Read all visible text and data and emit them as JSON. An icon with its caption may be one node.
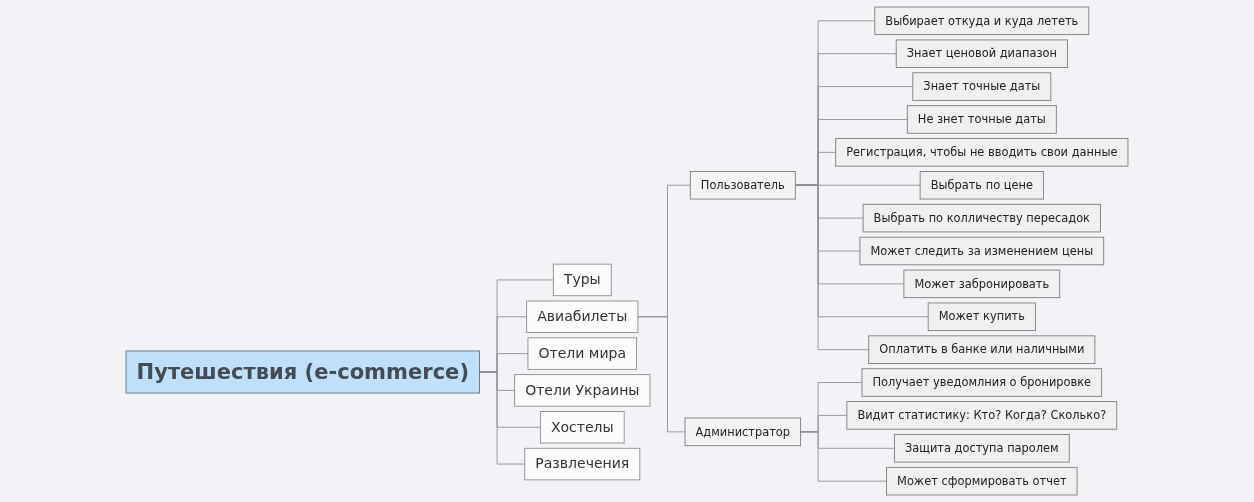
{
  "diagram": {
    "nodes": [
      {
        "text": [
          "Путешествия (e-commerce)"
        ]
      },
      {
        "text": [
          "Туры"
        ]
      },
      {
        "text": [
          "Авиабилеты"
        ]
      },
      {
        "text": [
          "Отели мира"
        ]
      },
      {
        "text": [
          "Отели Украины"
        ]
      },
      {
        "text": [
          "Хостелы"
        ]
      },
      {
        "text": [
          "Развлечения"
        ]
      },
      {
        "text": [
          "Пользователь"
        ]
      },
      {
        "text": [
          "Администратор"
        ]
      },
      {
        "text": [
          "Выбирает откуда и куда лететь"
        ]
      },
      {
        "text": [
          "Знает ценовой диапазон"
        ]
      },
      {
        "text": [
          "Знает точные даты"
        ]
      },
      {
        "text": [
          "Не знет точные даты"
        ]
      },
      {
        "text": [
          "Регистрация, чтобы не вводить свои данные"
        ]
      },
      {
        "text": [
          "Выбрать по цене"
        ]
      },
      {
        "text": [
          "Выбрать по колличеству пересадок"
        ]
      },
      {
        "text": [
          "Может следить за изменением цены"
        ]
      },
      {
        "text": [
          "Может забронировать"
        ]
      },
      {
        "text": [
          "Может купить"
        ]
      },
      {
        "text": [
          "Оплатить в банке или наличными"
        ]
      },
      {
        "text": [
          "Получает уведомлния о бронировке"
        ]
      },
      {
        "text": [
          "Видит статистику: Кто? Когда? Сколько?"
        ]
      },
      {
        "text": [
          "Защита доступа паролем"
        ]
      },
      {
        "text": [
          "Может сформировать отчет"
        ]
      }
    ],
    "edges": [
      {
        "from": 0,
        "to": 1,
        "arrow": "none"
      },
      {
        "from": 0,
        "to": 2,
        "arrow": "none"
      },
      {
        "from": 0,
        "to": 3,
        "arrow": "none"
      },
      {
        "from": 0,
        "to": 4,
        "arrow": "none"
      },
      {
        "from": 0,
        "to": 5,
        "arrow": "none"
      },
      {
        "from": 0,
        "to": 6,
        "arrow": "none"
      },
      {
        "from": 2,
        "to": 7,
        "arrow": "none"
      },
      {
        "from": 2,
        "to": 8,
        "arrow": "none"
      },
      {
        "from": 7,
        "to": 9,
        "arrow": "none"
      },
      {
        "from": 7,
        "to": 10,
        "arrow": "none"
      },
      {
        "from": 7,
        "to": 11,
        "arrow": "none"
      },
      {
        "from": 7,
        "to": 12,
        "arrow": "none"
      },
      {
        "from": 7,
        "to": 13,
        "arrow": "none"
      },
      {
        "from": 7,
        "to": 14,
        "arrow": "none"
      },
      {
        "from": 7,
        "to": 15,
        "arrow": "none"
      },
      {
        "from": 7,
        "to": 16,
        "arrow": "none"
      },
      {
        "from": 7,
        "to": 17,
        "arrow": "none"
      },
      {
        "from": 7,
        "to": 18,
        "arrow": "none"
      },
      {
        "from": 7,
        "to": 19,
        "arrow": "none"
      },
      {
        "from": 8,
        "to": 20,
        "arrow": "none"
      },
      {
        "from": 8,
        "to": 21,
        "arrow": "none"
      },
      {
        "from": 8,
        "to": 22,
        "arrow": "none"
      },
      {
        "from": 8,
        "to": 23,
        "arrow": "none"
      }
    ]
  }
}
